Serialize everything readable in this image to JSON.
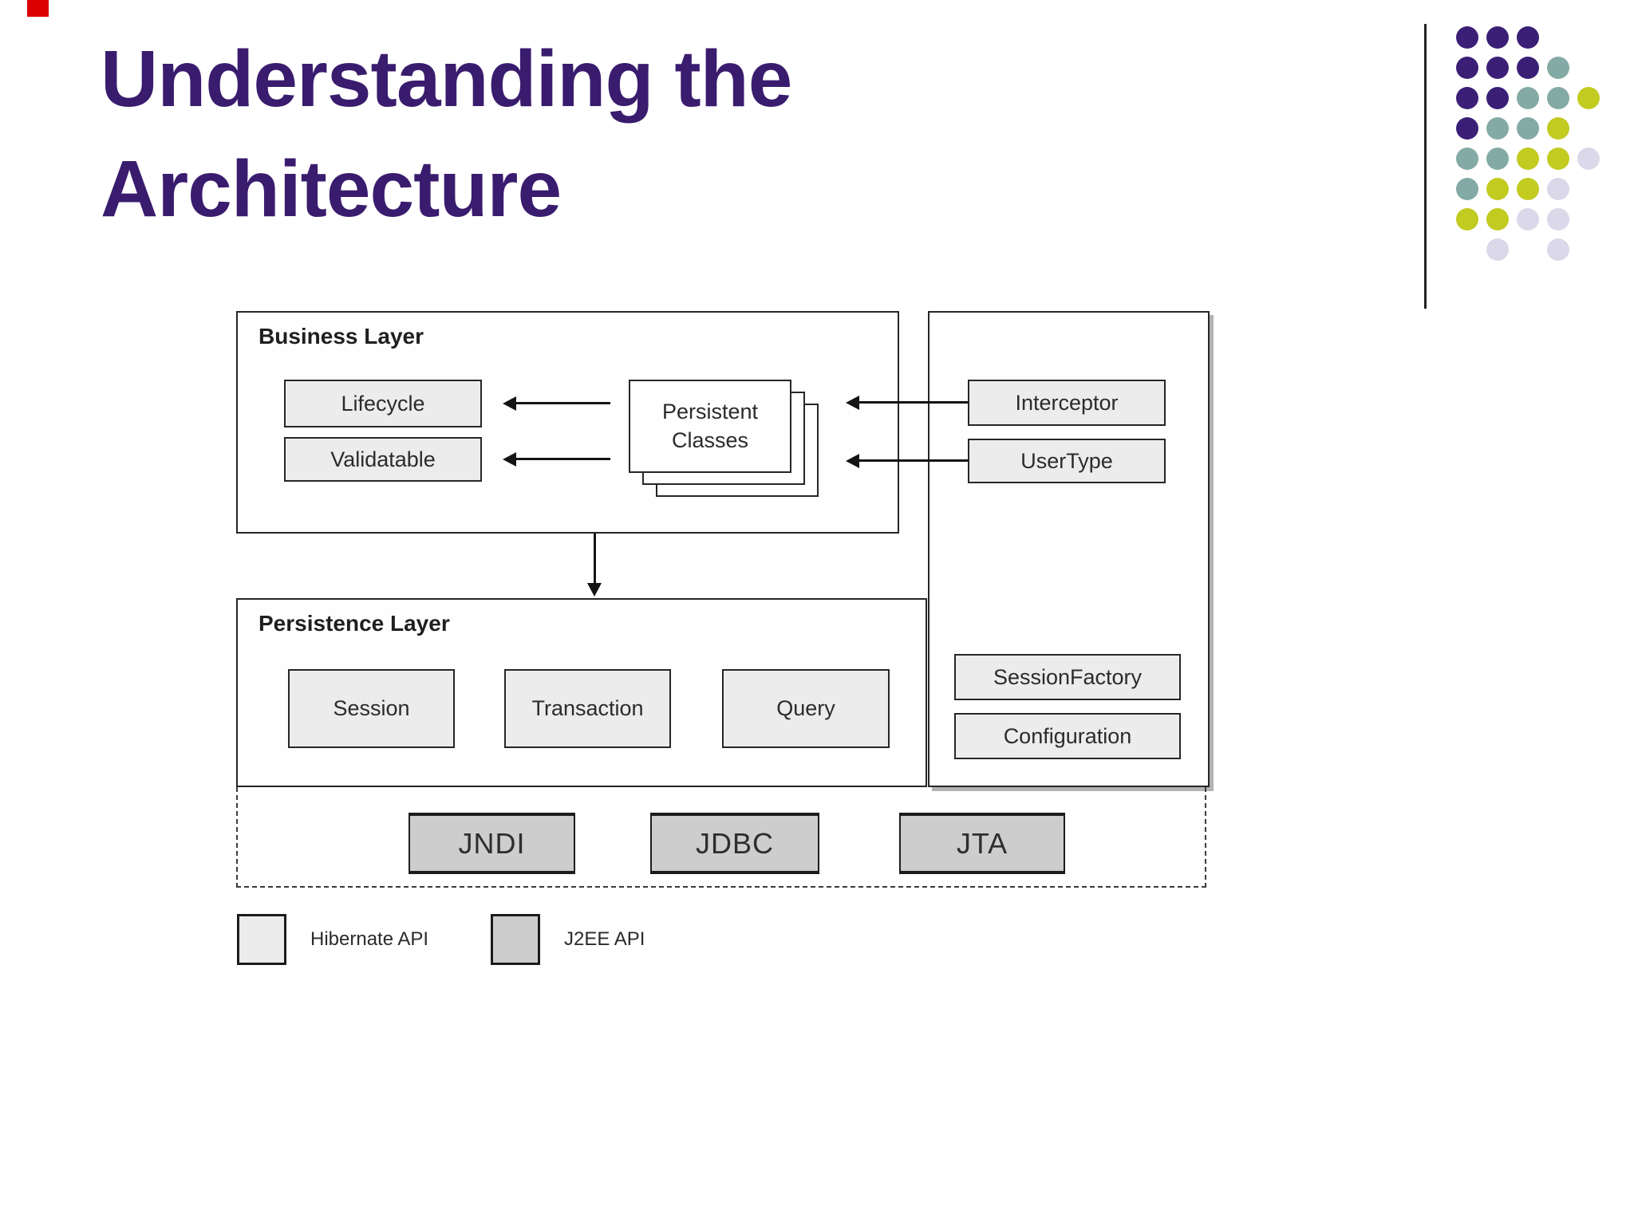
{
  "slide": {
    "title": {
      "line1": "Understanding the",
      "line2": "Architecture",
      "color": "#3a1c6e"
    }
  },
  "decoration": {
    "red_mark_color": "#dd0000",
    "rule_color": "#222222",
    "dot_colors": {
      "p": "#3b1f76",
      "t": "#83aaa5",
      "y": "#c2cb20",
      "l": "#dad8e9"
    },
    "dot_grid": [
      [
        "p",
        "p",
        "p",
        null,
        null
      ],
      [
        "p",
        "p",
        "p",
        "t",
        null
      ],
      [
        "p",
        "p",
        "t",
        "t",
        "y"
      ],
      [
        "p",
        "t",
        "t",
        "y",
        null
      ],
      [
        "t",
        "t",
        "y",
        "y",
        "l"
      ],
      [
        "t",
        "y",
        "y",
        "l",
        null
      ],
      [
        "y",
        "y",
        "l",
        "l",
        null
      ],
      [
        null,
        "l",
        null,
        "l",
        null
      ]
    ]
  },
  "diagram": {
    "business_layer": {
      "label": "Business Layer"
    },
    "persistence_layer": {
      "label": "Persistence Layer"
    },
    "boxes": {
      "lifecycle": "Lifecycle",
      "validatable": "Validatable",
      "persistent_classes": "Persistent Classes",
      "interceptor": "Interceptor",
      "usertype": "UserType",
      "session": "Session",
      "transaction": "Transaction",
      "query": "Query",
      "sessionfactory": "SessionFactory",
      "configuration": "Configuration",
      "jndi": "JNDI",
      "jdbc": "JDBC",
      "jta": "JTA"
    },
    "colors": {
      "hibernate_fill": "#ececec",
      "j2ee_fill": "#cdcdcd",
      "border": "#262626"
    }
  },
  "legend": {
    "items": [
      {
        "swatch": "hibernate",
        "label": "Hibernate API"
      },
      {
        "swatch": "j2ee",
        "label": "J2EE API"
      }
    ]
  }
}
